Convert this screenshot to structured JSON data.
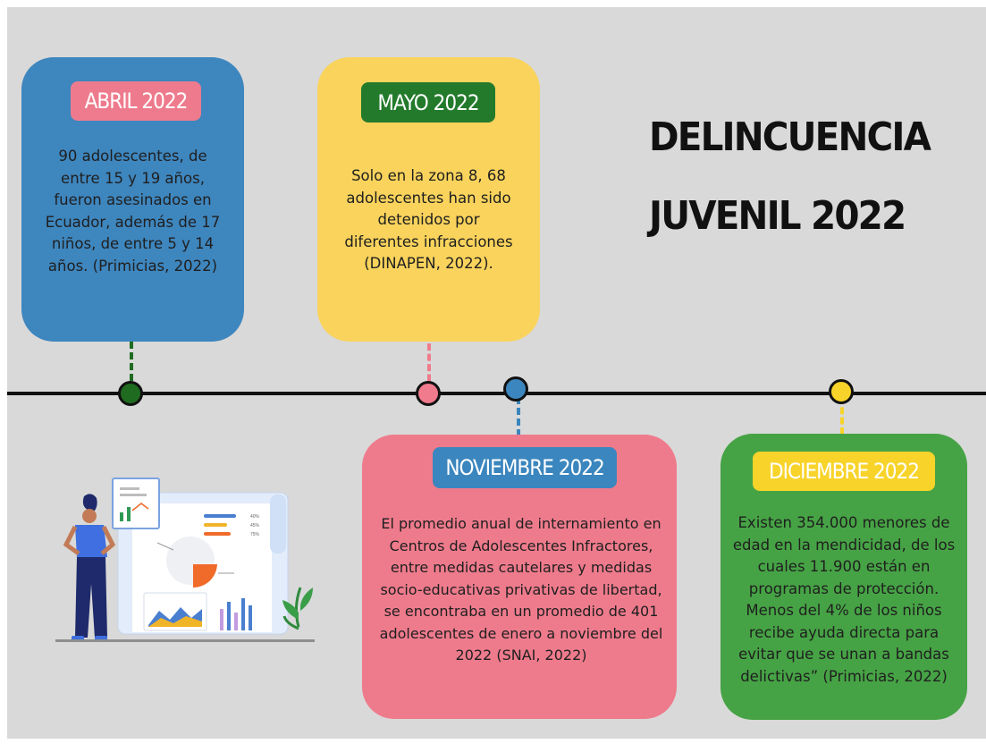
{
  "title": {
    "line1": "DELINCUENCIA",
    "line2": "JUVENIL 2022"
  },
  "events": [
    {
      "badge": "ABRIL 2022",
      "text": "90 adolescentes, de entre 15 y 19 años, fueron asesinados en Ecuador, además de 17 niños, de entre 5 y 14 años. (Primicias, 2022)",
      "card_color": "#3e86be",
      "badge_color": "#ee7b8d",
      "dot_color": "#1f6b20"
    },
    {
      "badge": "MAYO 2022",
      "text": "Solo en la zona 8, 68 adolescentes han sido detenidos por diferentes infracciones (DINAPEN, 2022).",
      "card_color": "#f9d35c",
      "badge_color": "#237a2b",
      "dot_color": "#ef7b8c"
    },
    {
      "badge": "NOVIEMBRE 2022",
      "text": "El promedio anual de internamiento en Centros de Adolescentes Infractores, entre medidas cautelares y medidas socio-educativas privativas de libertad, se encontraba en un promedio de 401 adolescentes de enero a noviembre del 2022 (SNAI, 2022)",
      "card_color": "#ee7b8c",
      "badge_color": "#3b86be",
      "dot_color": "#3b86be"
    },
    {
      "badge": "DICIEMBRE 2022",
      "text": "Existen 354.000 menores de edad en la mendicidad, de los cuales 11.900 están en programas de protección. Menos del 4% de los niños recibe ayuda directa para evitar que se unan a bandas delictivas” (Primicias, 2022)",
      "card_color": "#46a345",
      "badge_color": "#f8d32a",
      "dot_color": "#f8d32a"
    }
  ],
  "illustration": {
    "legend": [
      "40%",
      "45%",
      "75%"
    ]
  }
}
